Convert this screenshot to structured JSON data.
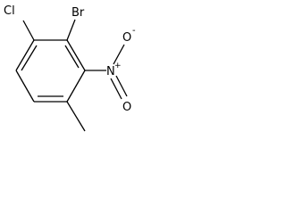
{
  "molecule": {
    "labels": {
      "chlorine": "Cl",
      "bromine": "Br",
      "nitrogen": "N",
      "nitrogen_charge": "+",
      "oxygen_top": "O",
      "oxygen_top_charge": "-",
      "oxygen_bottom": "O"
    },
    "colors": {
      "bond": "#000000",
      "text": "#000000",
      "background": "#ffffff"
    }
  }
}
